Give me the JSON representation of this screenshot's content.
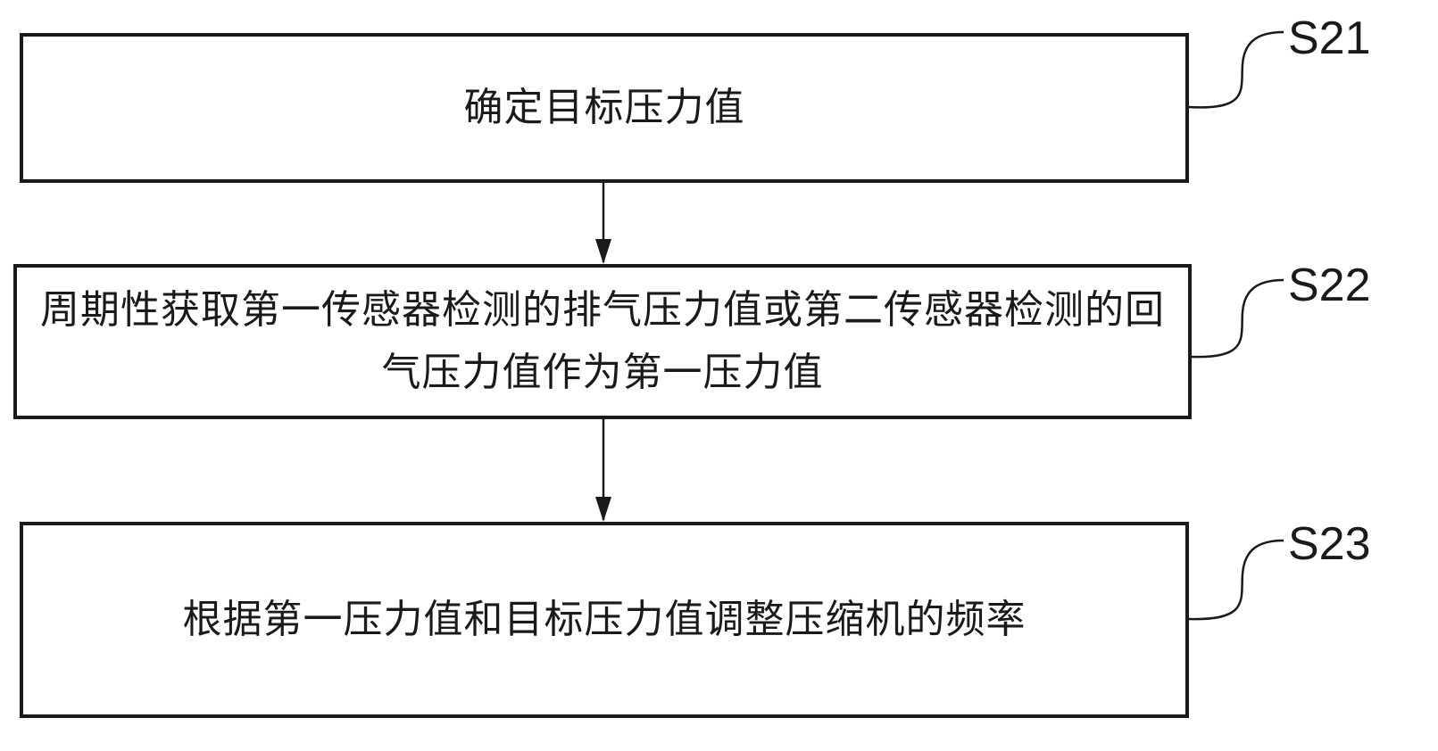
{
  "flowchart": {
    "steps": [
      {
        "id": "S21",
        "text": "确定目标压力值"
      },
      {
        "id": "S22",
        "text": "周期性获取第一传感器检测的排气压力值或第二传感器检测的回气压力值作为第一压力值"
      },
      {
        "id": "S23",
        "text": "根据第一压力值和目标压力值调整压缩机的频率"
      }
    ]
  }
}
